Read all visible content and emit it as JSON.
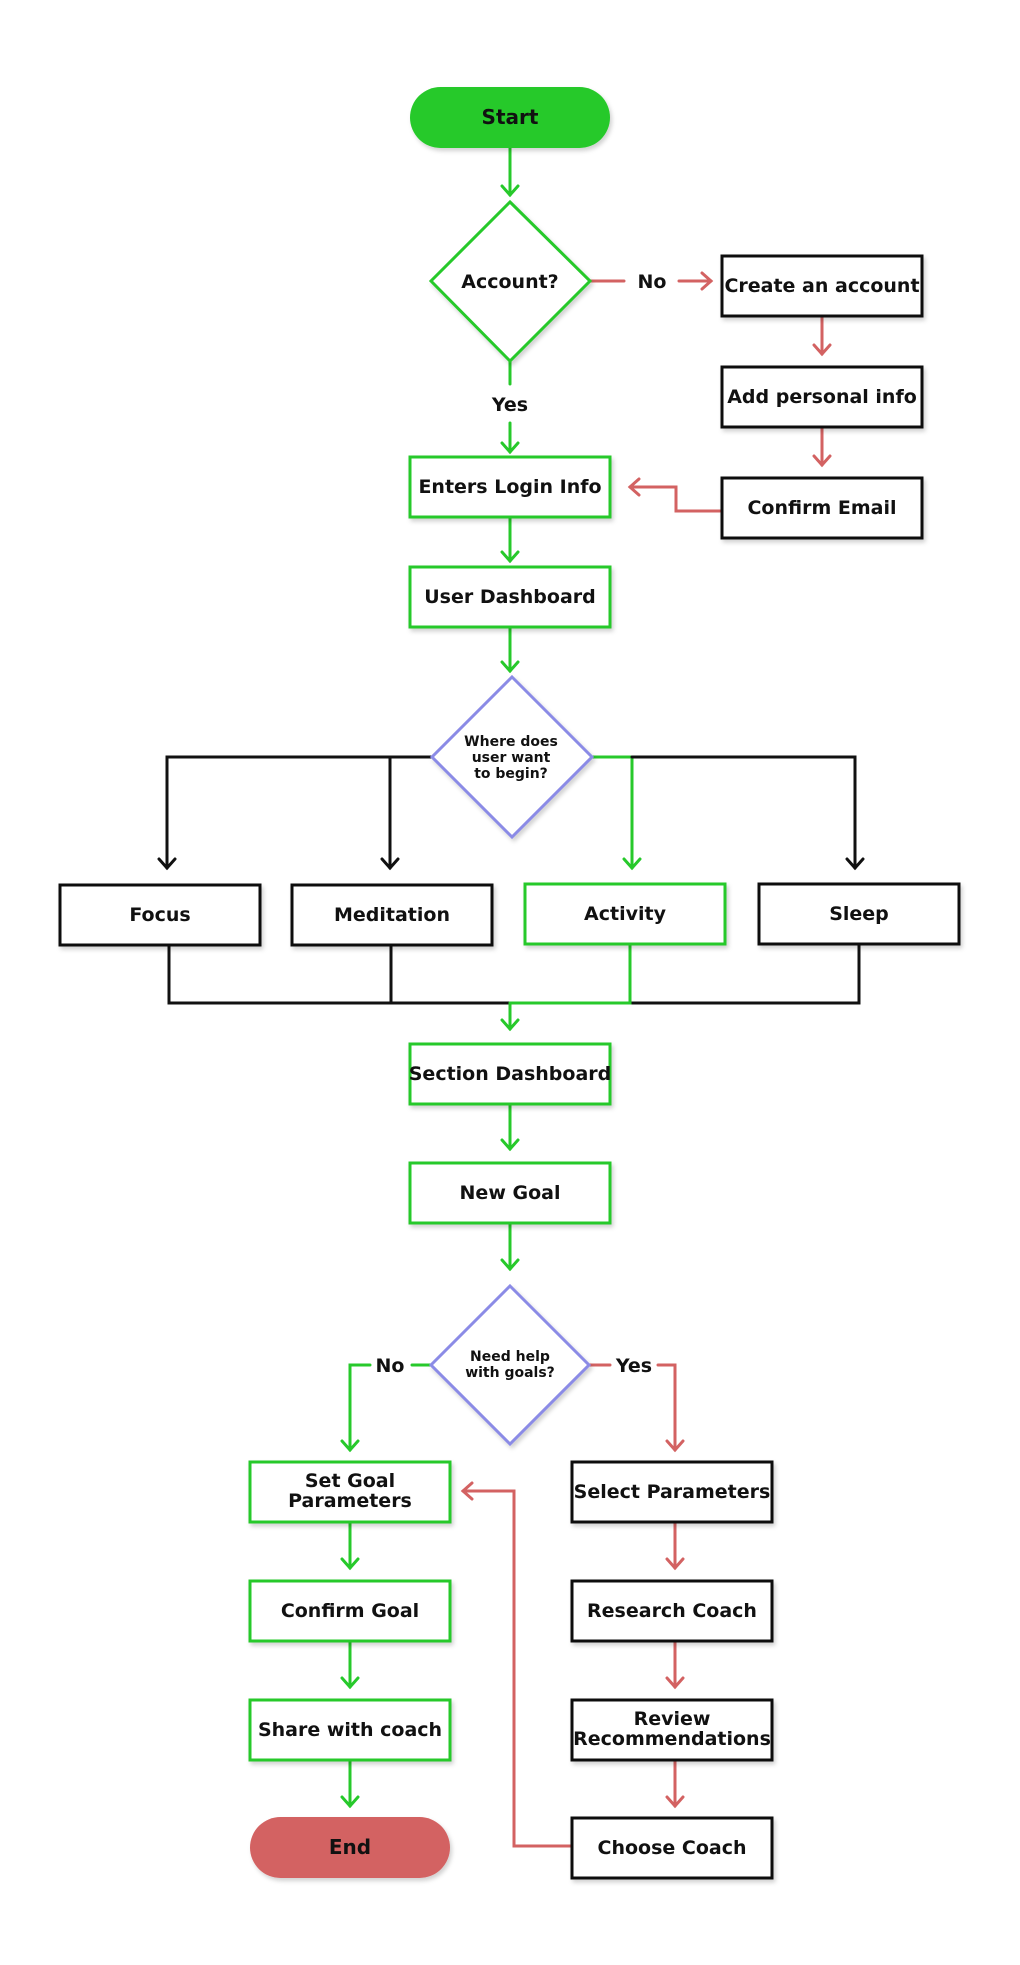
{
  "colors": {
    "green": "#27c92b",
    "red": "#d36262",
    "black": "#111111",
    "purple": "#8b8be6",
    "white": "#ffffff"
  },
  "nodes": {
    "start": "Start",
    "account": "Account?",
    "create_account": "Create an account",
    "add_personal_info": "Add personal info",
    "confirm_email": "Confirm Email",
    "enters_login": "Enters Login Info",
    "user_dashboard": "User Dashboard",
    "where_begin": [
      "Where does",
      "user want",
      "to begin?"
    ],
    "focus": "Focus",
    "meditation": "Meditation",
    "activity": "Activity",
    "sleep": "Sleep",
    "section_dashboard": "Section Dashboard",
    "new_goal": "New Goal",
    "need_help": [
      "Need help",
      "with goals?"
    ],
    "set_goal": [
      "Set Goal",
      "Parameters"
    ],
    "confirm_goal": "Confirm Goal",
    "share_coach": "Share with coach",
    "end": "End",
    "select_params": "Select Parameters",
    "research_coach": "Research Coach",
    "review_recs": [
      "Review",
      "Recommendations"
    ],
    "choose_coach": "Choose Coach"
  },
  "edge_labels": {
    "account_no": "No",
    "account_yes": "Yes",
    "help_no": "No",
    "help_yes": "Yes"
  }
}
